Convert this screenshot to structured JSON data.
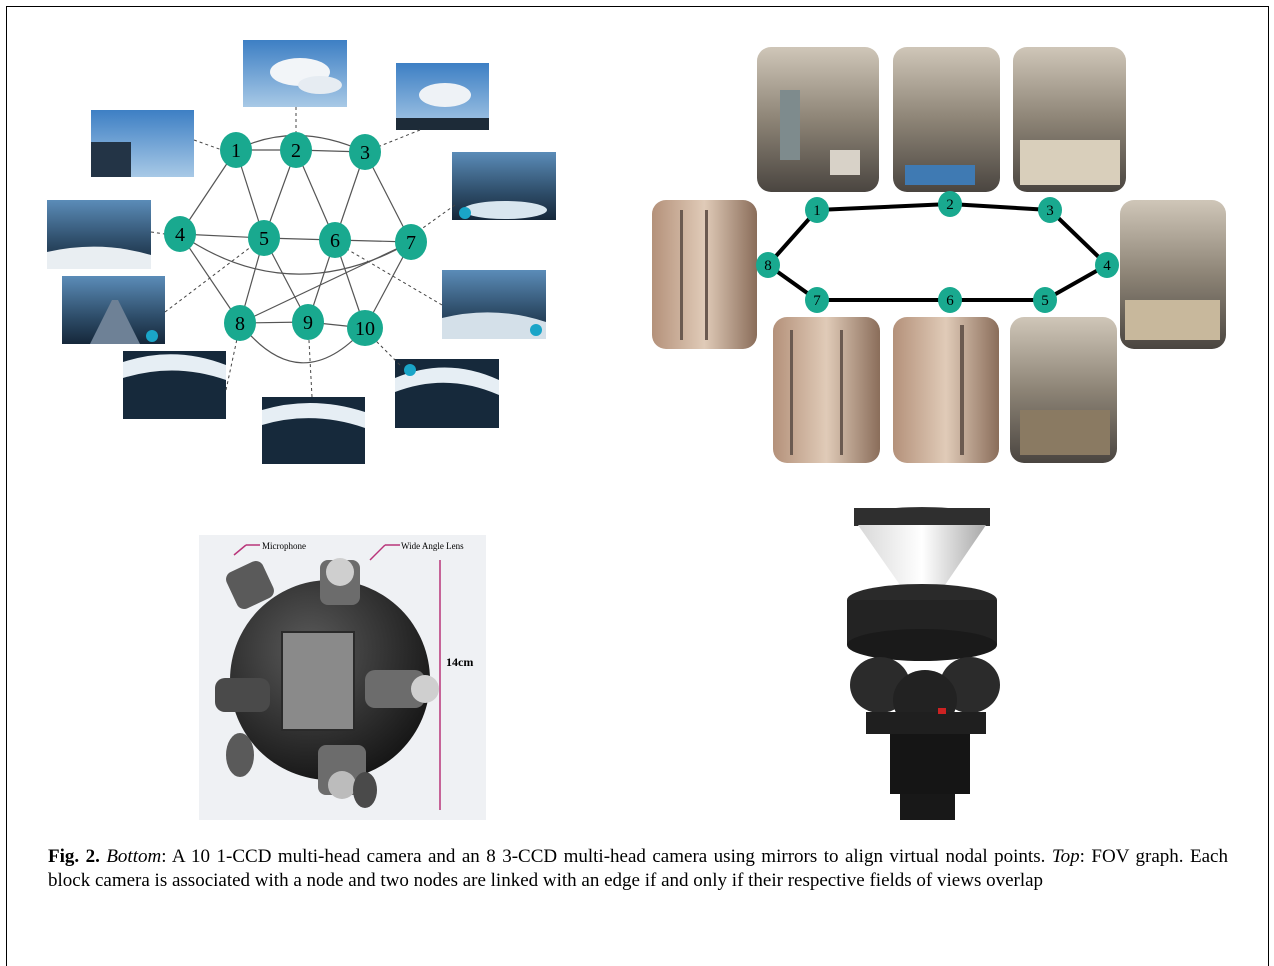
{
  "figure": {
    "label": "Fig. 2.",
    "caption_parts": [
      {
        "style": "i",
        "text": "Bottom"
      },
      {
        "style": "n",
        "text": ": A 10 1-CCD multi-head camera and an 8 3-CCD multi-head camera using mirrors to align virtual nodal points. "
      },
      {
        "style": "i",
        "text": "Top"
      },
      {
        "style": "n",
        "text": ": FOV graph. Each block camera is associated with a node and two nodes are linked with an edge if and only if their respective fields of views overlap"
      }
    ]
  },
  "graph_left": {
    "nodes": [
      "1",
      "2",
      "3",
      "4",
      "5",
      "6",
      "7",
      "8",
      "9",
      "10"
    ],
    "node_color": "#19a98f"
  },
  "graph_right": {
    "nodes": [
      "1",
      "2",
      "3",
      "4",
      "5",
      "6",
      "7",
      "8"
    ],
    "node_color": "#19a98f"
  },
  "photo_left": {
    "labels": {
      "microphone": "Microphone",
      "lens": "Wide Angle Lens",
      "height": "14cm"
    }
  }
}
